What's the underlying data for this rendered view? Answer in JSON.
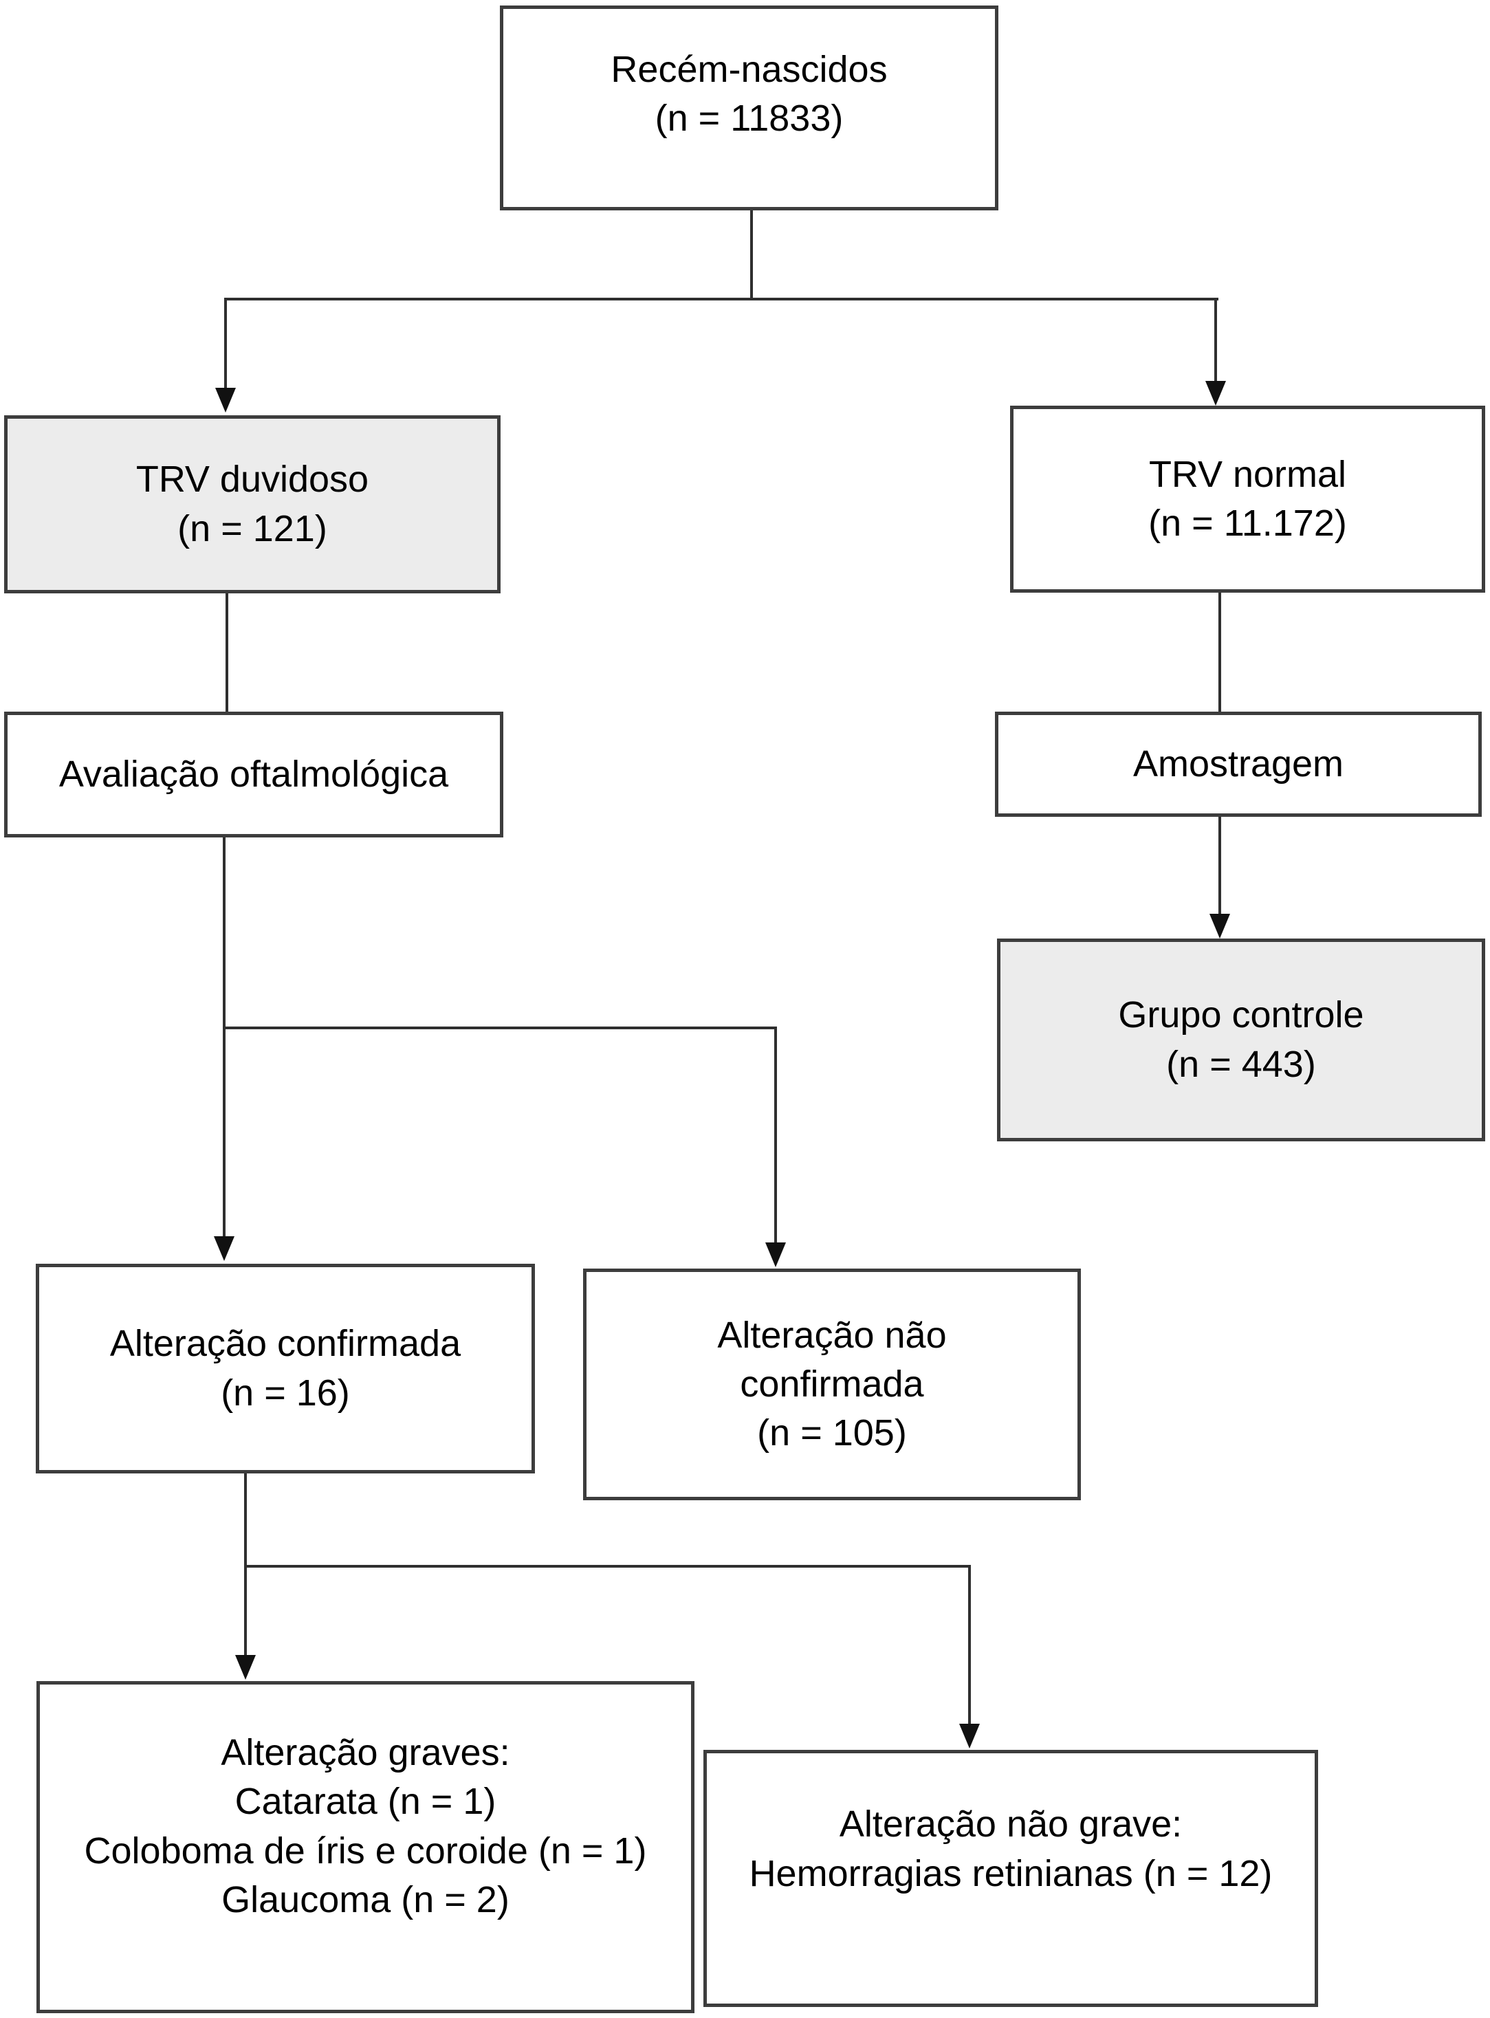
{
  "diagram": {
    "boxes": {
      "recem_nascidos": {
        "text": "Recém-nascidos\n(n = 11833)"
      },
      "trv_duvidoso": {
        "text": "TRV duvidoso\n(n = 121)"
      },
      "trv_normal": {
        "text": "TRV normal\n(n = 11.172)"
      },
      "avaliacao_oftalmologica": {
        "text": "Avaliação oftalmológica"
      },
      "amostragem": {
        "text": "Amostragem"
      },
      "grupo_controle": {
        "text": "Grupo controle\n(n = 443)"
      },
      "alteracao_confirmada": {
        "text": "Alteração confirmada\n(n = 16)"
      },
      "alteracao_nao_confirmada": {
        "text": "Alteração não\nconfirmada\n(n = 105)"
      },
      "alteracao_graves": {
        "text": "Alteração graves:\nCatarata (n = 1)\nColoboma de íris e coroide (n = 1)\nGlaucoma (n = 2)"
      },
      "alteracao_nao_grave": {
        "text": "Alteração não grave:\nHemorragias retinianas (n = 12)"
      }
    },
    "colors": {
      "background": "#ffffff",
      "box_border": "#3d3d3d",
      "box_fill": "#ffffff",
      "box_fill_shaded": "#ececec",
      "connector": "#2f2f2f",
      "arrow": "#111111",
      "text": "#000000"
    }
  }
}
